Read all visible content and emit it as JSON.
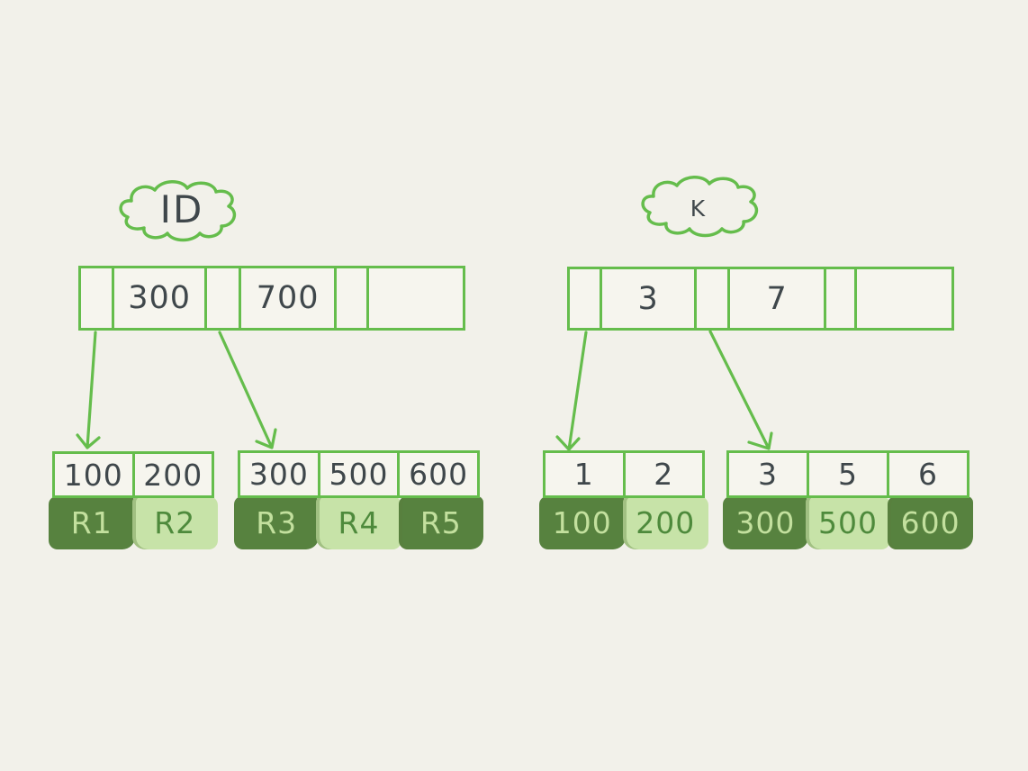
{
  "palette": {
    "background": "#f2f1ea",
    "stroke_green": "#65bd4c",
    "ink": "#3f474b",
    "record_block_dark": "#57823f",
    "record_block_light": "#c7e3a8",
    "text_on_dark": "#c3e09e",
    "text_on_light": "#4e8a3c"
  },
  "diagrams": [
    {
      "name": "primary-index-by-id",
      "cloud_label": "ID",
      "root_cells": [
        "",
        "300",
        "",
        "700",
        "",
        ""
      ],
      "leaves": [
        {
          "keys": [
            "100",
            "200"
          ],
          "records": [
            {
              "label": "R1",
              "tone": "dark"
            },
            {
              "label": "R2",
              "tone": "light"
            }
          ]
        },
        {
          "keys": [
            "300",
            "500",
            "600"
          ],
          "records": [
            {
              "label": "R3",
              "tone": "dark"
            },
            {
              "label": "R4",
              "tone": "light"
            },
            {
              "label": "R5",
              "tone": "dark"
            }
          ]
        }
      ]
    },
    {
      "name": "secondary-index-by-k",
      "cloud_label": "K",
      "root_cells": [
        "",
        "3",
        "",
        "7",
        "",
        ""
      ],
      "leaves": [
        {
          "keys": [
            "1",
            "2"
          ],
          "records": [
            {
              "label": "100",
              "tone": "dark"
            },
            {
              "label": "200",
              "tone": "light"
            }
          ]
        },
        {
          "keys": [
            "3",
            "5",
            "6"
          ],
          "records": [
            {
              "label": "300",
              "tone": "dark"
            },
            {
              "label": "500",
              "tone": "light"
            },
            {
              "label": "600",
              "tone": "dark"
            }
          ]
        }
      ]
    }
  ]
}
